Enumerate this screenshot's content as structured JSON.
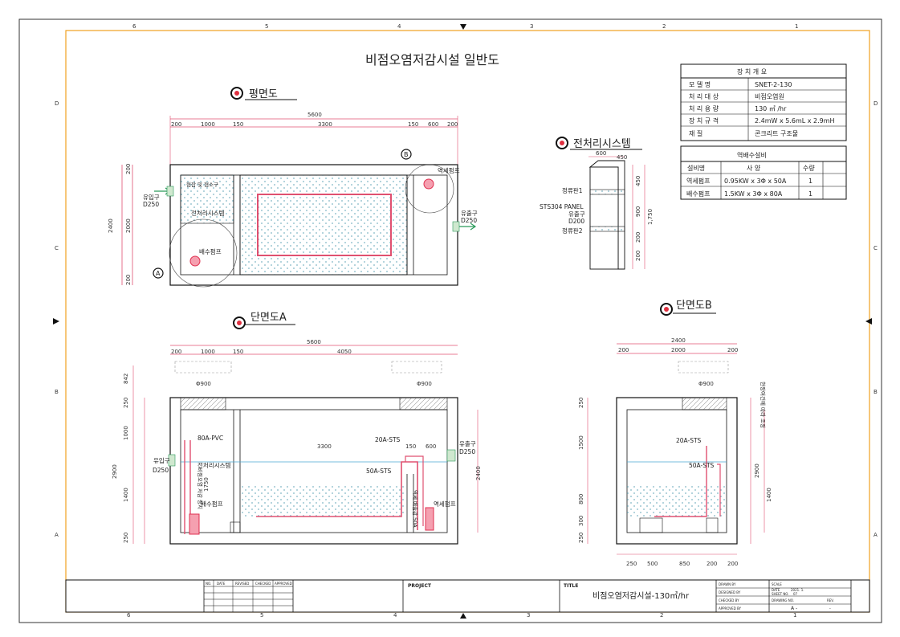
{
  "title": "비점오염저감시설 일반도",
  "views": {
    "plan": "평면도",
    "pre": "전처리시스템",
    "secA": "단면도A",
    "secB": "단면도B"
  },
  "grid": {
    "top": [
      "6",
      "5",
      "4",
      "3",
      "2",
      "1"
    ],
    "bottom": [
      "6",
      "5",
      "4",
      "3",
      "2",
      "1"
    ],
    "left": [
      "D",
      "C",
      "B",
      "A"
    ],
    "right": [
      "D",
      "C",
      "B",
      "A"
    ]
  },
  "spec": {
    "title": "장 치 개 요",
    "rows": [
      {
        "k": "모 델 명",
        "v": "SNET-2-130"
      },
      {
        "k": "처 리 대 상",
        "v": "비점오염원"
      },
      {
        "k": "처 리 용 량",
        "v": "130 ㎥ /hr"
      },
      {
        "k": "장 치 규 격",
        "v": "2.4mW x 5.6mL x 2.9mH"
      },
      {
        "k": "재      질",
        "v": "콘크리트 구조물"
      }
    ]
  },
  "pump": {
    "title": "역배수설비",
    "headers": [
      "설비명",
      "사    양",
      "수량"
    ],
    "rows": [
      [
        "역세펌프",
        "0.95KW x 3Φ x 50A",
        "1"
      ],
      [
        "배수펌프",
        "1.5KW x 3Φ x 80A",
        "1"
      ]
    ]
  },
  "plan": {
    "total": "5600",
    "segs": [
      "200",
      "1000",
      "150",
      "3300",
      "150",
      "600",
      "200"
    ],
    "h_total": "2400",
    "h_inner": "2000",
    "h_top": "200",
    "h_bot": "200",
    "marker_a": "A",
    "marker_b": "B",
    "inlet": "유입구",
    "inlet_size": "D250",
    "outlet": "유출구",
    "outlet_size": "D250",
    "screen": "협잡 및 협소구",
    "pre_label": "전처리시스템",
    "drain_pump": "배수펌프",
    "back_pump": "역세펌프"
  },
  "pre": {
    "w1": "600",
    "w2": "450",
    "h1": "450",
    "h2": "900",
    "h3": "200",
    "h4": "200",
    "total": "1,750",
    "l1": "정류판1",
    "l2": "STS304 PANEL",
    "l3": "유출구",
    "l4": "D200",
    "l5": "정류판2"
  },
  "secA": {
    "total": "5600",
    "segs": [
      "200",
      "1000",
      "150",
      "4050"
    ],
    "inner": "3300",
    "gap": "150",
    "sump": "600",
    "manhole": "Φ900",
    "manhole2": "Φ900",
    "heights": [
      "842",
      "250",
      "1000",
      "2900",
      "1400",
      "250"
    ],
    "h2400": "2400",
    "h1750": "1750",
    "pvc": "80A-PVC",
    "sts20": "20A-STS",
    "sts50": "50A-STS",
    "pre_label": "전처리시스템",
    "drain_pump": "배수펌프",
    "back_pump": "역세펌프",
    "inlet": "유입구",
    "inlet_size": "D250",
    "outlet": "유출구",
    "outlet_size": "D250",
    "vtext1": "비점오염 저감 장치",
    "vtext2": "역세 배출관 50A"
  },
  "secB": {
    "total": "2400",
    "segs": [
      "200",
      "2000",
      "200"
    ],
    "bottom": [
      "250",
      "500",
      "850",
      "200",
      "200"
    ],
    "manhole": "Φ900",
    "heights": [
      "250",
      "1500",
      "800",
      "300",
      "250"
    ],
    "h2900": "2900",
    "h1400": "1400",
    "sts20": "20A-STS",
    "sts50": "50A-STS",
    "side": "현장여건에 따라 조정"
  },
  "titleblock": {
    "rev_headers": [
      "NO.",
      "DATE",
      "REVISED",
      "CHECKED",
      "APPROVED"
    ],
    "project": "PROJECT",
    "title_label": "TITLE",
    "title": "비점오염저감시설-130㎥/hr",
    "drawn": "DRAWN BY",
    "designed": "DESIGNED BY",
    "checked": "CHECKED BY",
    "approved": "APPROVED BY",
    "scale": "SCALE",
    "date": "DATE",
    "date_val": "2021. 1.",
    "sheet": "SHEET NO.",
    "sheet_val": "07",
    "drawing": "DRAWING NO.",
    "drawing_val": "A -",
    "rev": "REV.",
    "rev_val": "-"
  }
}
